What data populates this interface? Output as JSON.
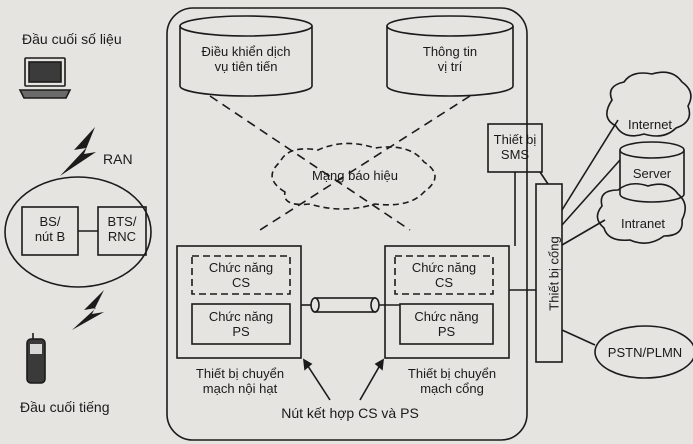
{
  "background_color": "#e6e4e1",
  "ink_color": "#1b1b1b",
  "left": {
    "data_terminal_label": "Đầu cuối số liệu",
    "ran_label": "RAN",
    "bs_node_label": "BS/\nnút B",
    "bts_rnc_label": "BTS/\nRNC",
    "voice_terminal_label": "Đầu cuối tiếng"
  },
  "core": {
    "advanced_service_control": "Điều khiển dịch\nvụ tiên tiến",
    "location_info": "Thông tin\nvị trí",
    "signaling_network": "Mạng báo hiệu",
    "local_switch": {
      "cs_function": "Chức năng\nCS",
      "ps_function": "Chức năng\nPS",
      "caption": "Thiết bị chuyển\nmạch nội hạt"
    },
    "gateway_switch": {
      "cs_function": "Chức năng\nCS",
      "ps_function": "Chức năng\nPS",
      "caption": "Thiết bị chuyển\nmạch cổng"
    },
    "combined_node_caption": "Nút kết hợp CS và PS"
  },
  "right": {
    "sms_device": "Thiết bị\nSMS",
    "gateway_device": "Thiết bị cổng",
    "internet": "Internet",
    "server": "Server",
    "intranet": "Intranet",
    "pstn_plmn": "PSTN/PLMN"
  }
}
